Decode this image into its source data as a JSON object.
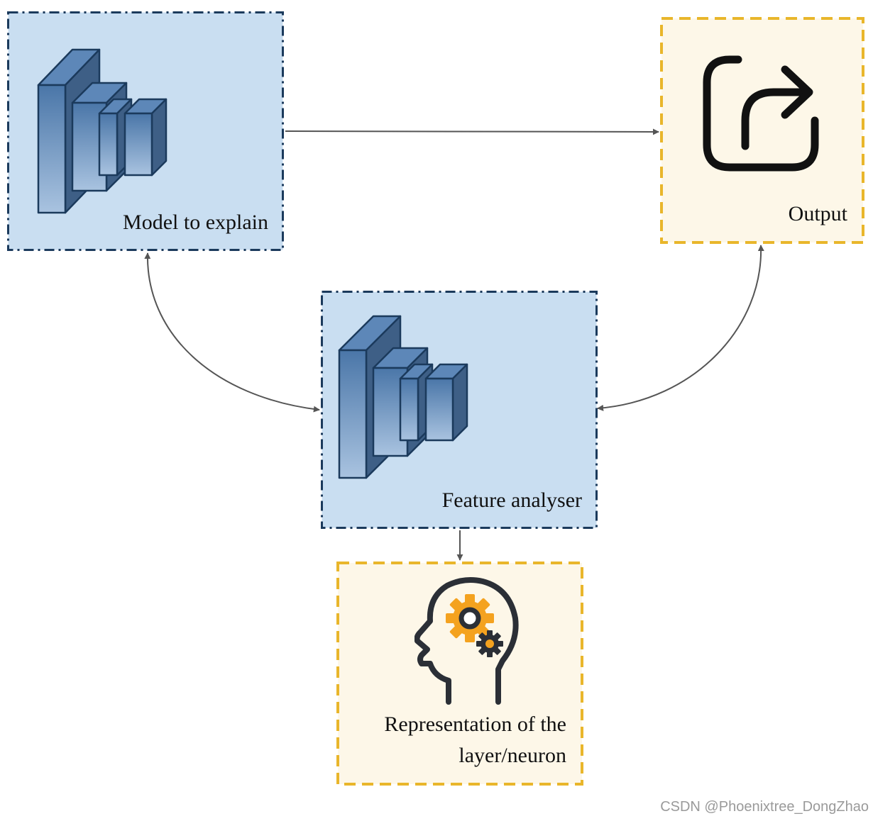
{
  "nodes": {
    "model": {
      "label": "Model to explain"
    },
    "output": {
      "label": "Output"
    },
    "analyser": {
      "label": "Feature analyser"
    },
    "representation": {
      "label_line1": "Representation of the",
      "label_line2": "layer/neuron"
    }
  },
  "edges": [
    {
      "from": "model",
      "to": "output"
    },
    {
      "from": "model",
      "to": "analyser",
      "bidirectional": true
    },
    {
      "from": "output",
      "to": "analyser",
      "bidirectional": true
    },
    {
      "from": "analyser",
      "to": "representation"
    }
  ],
  "icons": {
    "model": "cnn-layers-icon",
    "analyser": "cnn-layers-icon",
    "output": "share-arrow-icon",
    "representation": "head-gears-icon"
  },
  "colors": {
    "blue_fill": "#c9def1",
    "blue_border": "#1b3a5c",
    "yellow_fill": "#fdf7e8",
    "yellow_border": "#e9b62b",
    "gear_orange": "#f4a21f",
    "arrow": "#555555"
  },
  "watermark": "CSDN @Phoenixtree_DongZhao"
}
